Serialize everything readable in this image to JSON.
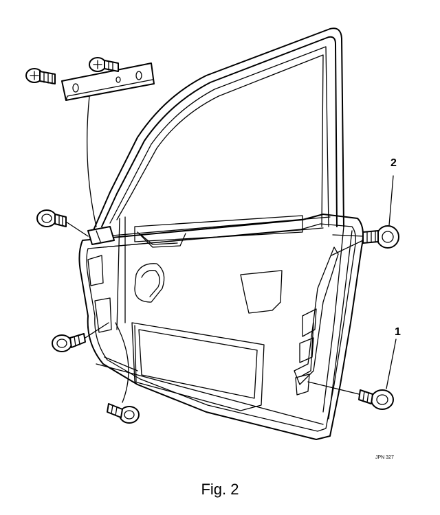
{
  "figure": {
    "caption": "Fig. 2",
    "reference_code": "JPN 327"
  },
  "callouts": [
    {
      "label": "1"
    },
    {
      "label": "2"
    }
  ]
}
